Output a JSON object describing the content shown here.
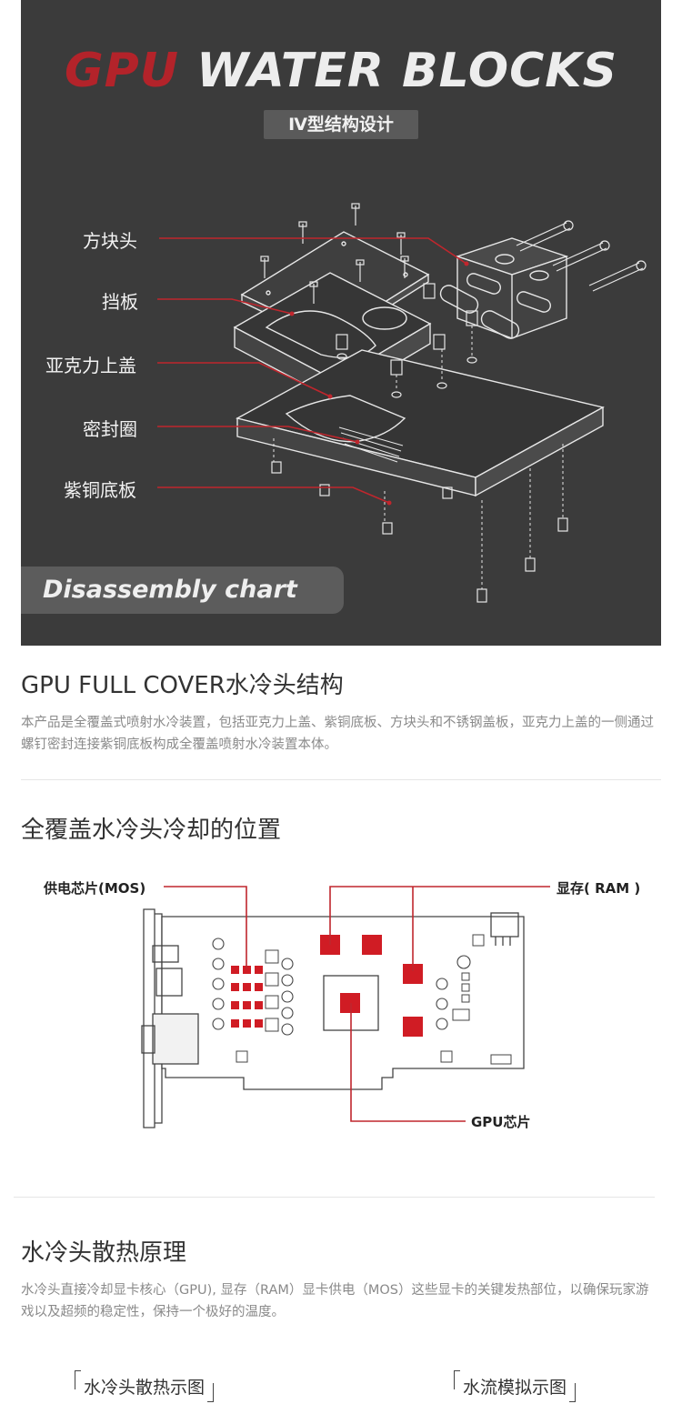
{
  "hero": {
    "title_part1": "GPU",
    "title_part2": "WATER BLOCKS",
    "subtitle": "Ⅳ型结构设计",
    "part_labels": [
      "方块头",
      "挡板",
      "亚克力上盖",
      "密封圈",
      "紫铜底板"
    ],
    "disassembly_label": "Disassembly chart",
    "accent_color": "#b3232a"
  },
  "structure": {
    "title": "GPU FULL COVER水冷头结构",
    "description": "本产品是全覆盖式喷射水冷装置，包括亚克力上盖、紫铜底板、方块头和不锈钢盖板，亚克力上盖的一侧通过螺钉密封连接紫铜底板构成全覆盖喷射水冷装置本体。"
  },
  "position": {
    "title": "全覆盖水冷头冷却的位置",
    "labels": {
      "mos": "供电芯片(MOS)",
      "ram": "显存( RAM )",
      "gpu": "GPU芯片"
    },
    "highlight_color": "#d01c24"
  },
  "principle": {
    "title": "水冷头散热原理",
    "description": "水冷头直接冷却显卡核心（GPU), 显存（RAM）显卡供电（MOS）这些显卡的关键发热部位，以确保玩家游戏以及超频的稳定性，保持一个极好的温度。",
    "figures": [
      "水冷头散热示图",
      "水流模拟示图"
    ]
  }
}
